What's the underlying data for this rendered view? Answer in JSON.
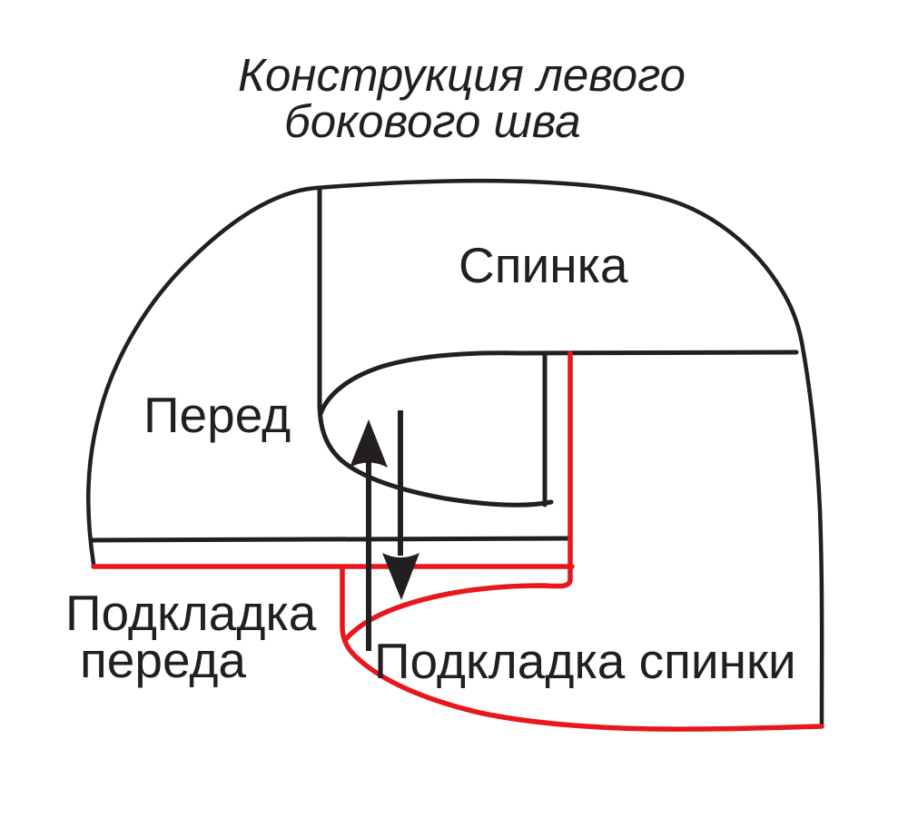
{
  "title": {
    "line1": "Конструкция левого",
    "line2": "бокового шва"
  },
  "labels": {
    "back": "Спинка",
    "front": "Перед",
    "front_lining_line1": "Подкладка",
    "front_lining_line2": "переда",
    "back_lining": "Подкладка спинки"
  },
  "colors": {
    "fabric_line": "#231F20",
    "lining_line": "#E8161D",
    "background": "#FFFFFF"
  }
}
